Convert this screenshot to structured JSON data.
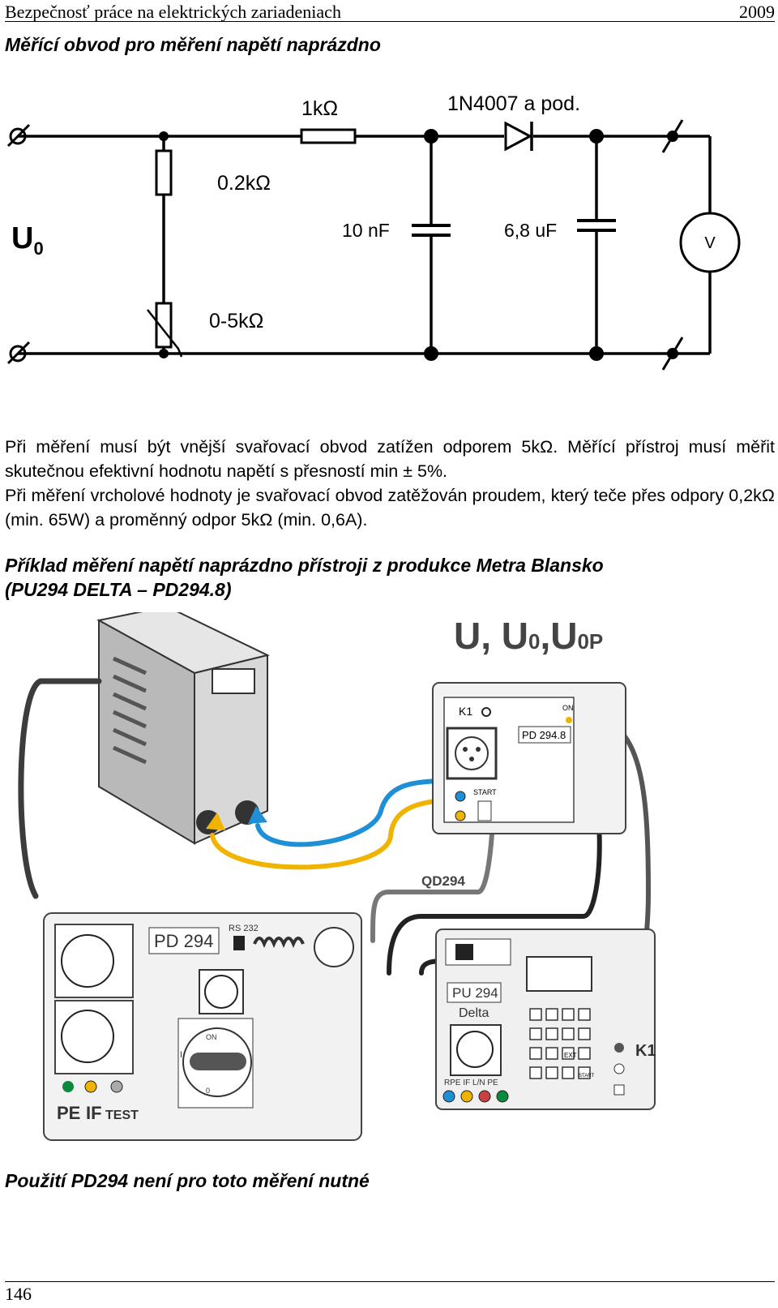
{
  "header": {
    "left": "Bezpečnosť práce na elektrických zariadeniach",
    "right": "2009"
  },
  "section_title": "Měřící obvod pro měření napětí naprázdno",
  "circuit": {
    "source_label": "U",
    "source_sub": "0",
    "r1": "1kΩ",
    "diode": "1N4007 a pod.",
    "r2": "0.2kΩ",
    "rv": "0-5kΩ",
    "c1": "10 nF",
    "c2": "6,8 uF",
    "meter": "V"
  },
  "paragraphs": [
    "Při měření musí být vnější svařovací obvod zatížen odporem 5kΩ. Měřící přístroj musí měřit skutečnou efektivní hodnotu napětí s přesností min ± 5%.",
    "Při měření vrcholové hodnoty je svařovací obvod zatěžován proudem, který teče přes odpory 0,2kΩ (min. 65W) a  proměnný odpor 5kΩ (min. 0,6A)."
  ],
  "example_heading": {
    "line1": "Příklad měření napětí naprázdno přístroji z produkce Metra Blansko",
    "line2": "(PU294 DELTA – PD294.8)"
  },
  "illustration": {
    "voltage_label": "U, U",
    "voltage_sub1": "0",
    "voltage_sep": ",U",
    "voltage_sub2": "0P",
    "pd2948": {
      "k1": "K1",
      "on": "ON",
      "name": "PD 294.8",
      "start": "START"
    },
    "cable": "QD294",
    "pd294": {
      "name": "PD 294",
      "rs232": "RS 232",
      "pe": "PE",
      "if": "IF",
      "test": "TEST",
      "dial_on": "ON",
      "dial_off": "0",
      "dial_i": "I"
    },
    "pu294": {
      "name": "PU 294",
      "sub": "Delta",
      "terminals": "RPE  IF  L/N PE",
      "k1": "K1",
      "ext": "EXT",
      "start": "START"
    }
  },
  "note": "Použití PD294 není pro toto měření nutné",
  "footer": {
    "page": "146"
  }
}
